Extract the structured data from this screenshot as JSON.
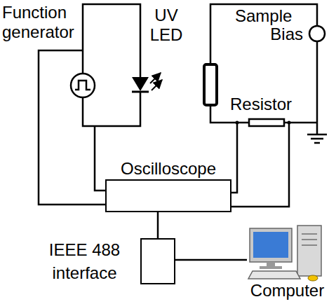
{
  "diagram": {
    "nodes": [
      {
        "text": [
          "Oscilloscope"
        ]
      },
      {
        "text": [
          "IEEE 488 interface"
        ]
      },
      {
        "text": [
          "Computer"
        ]
      }
    ],
    "edges": [
      {
        "from": 0,
        "to": 1,
        "arrow": "none"
      },
      {
        "from": 1,
        "to": 2,
        "arrow": "none"
      }
    ],
    "labels": [
      "Function generator",
      "UV LED",
      "Sample",
      "Bias",
      "Resistor"
    ]
  }
}
